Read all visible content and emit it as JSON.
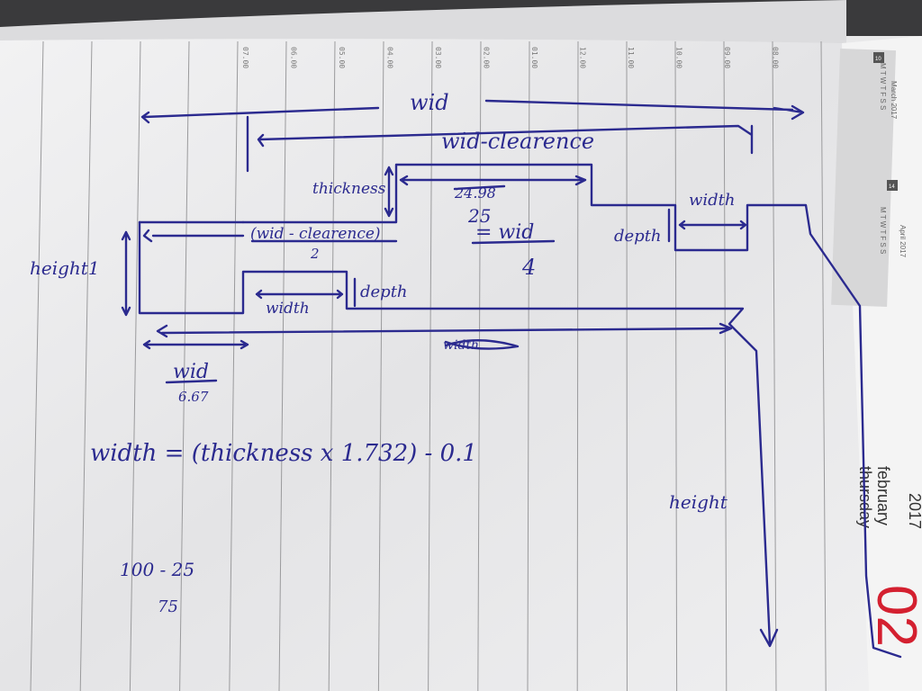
{
  "notebook": {
    "hour_labels": [
      "07.00",
      "06.00",
      "05.00",
      "04.00",
      "03.00",
      "02.00",
      "01.00",
      "12.00",
      "11.00",
      "10.00",
      "09.00",
      "08.00"
    ],
    "calendar": {
      "march": "March 2017",
      "april": "April 2017",
      "week_days": "M T W T F S S",
      "march_week_no": "10",
      "april_week_no": "14"
    },
    "date_header": {
      "year": "2017",
      "month": "february",
      "weekday": "thursday",
      "day": "02"
    }
  },
  "diagram": {
    "top_dimension": "wid",
    "inner_dimension": "wid-clearence",
    "thickness_label": "thickness",
    "struck_value": "24.98",
    "value_25": "25",
    "eq_wid_over_4_num": "= wid",
    "eq_wid_over_4_den": "4",
    "half_clearance_num": "(wid - clearence)",
    "half_clearance_den": "2",
    "height1_label": "height1",
    "depth_label_left": "depth",
    "width_label_left": "width",
    "depth_label_right": "depth",
    "width_label_right": "width",
    "wid_over_num": "wid",
    "wid_over_den": "6.67",
    "scribble": "width",
    "formula": "width =  (thickness x 1.732) - 0.1",
    "height_label": "height",
    "calc_line1": "100 - 25",
    "calc_line2": "75"
  }
}
